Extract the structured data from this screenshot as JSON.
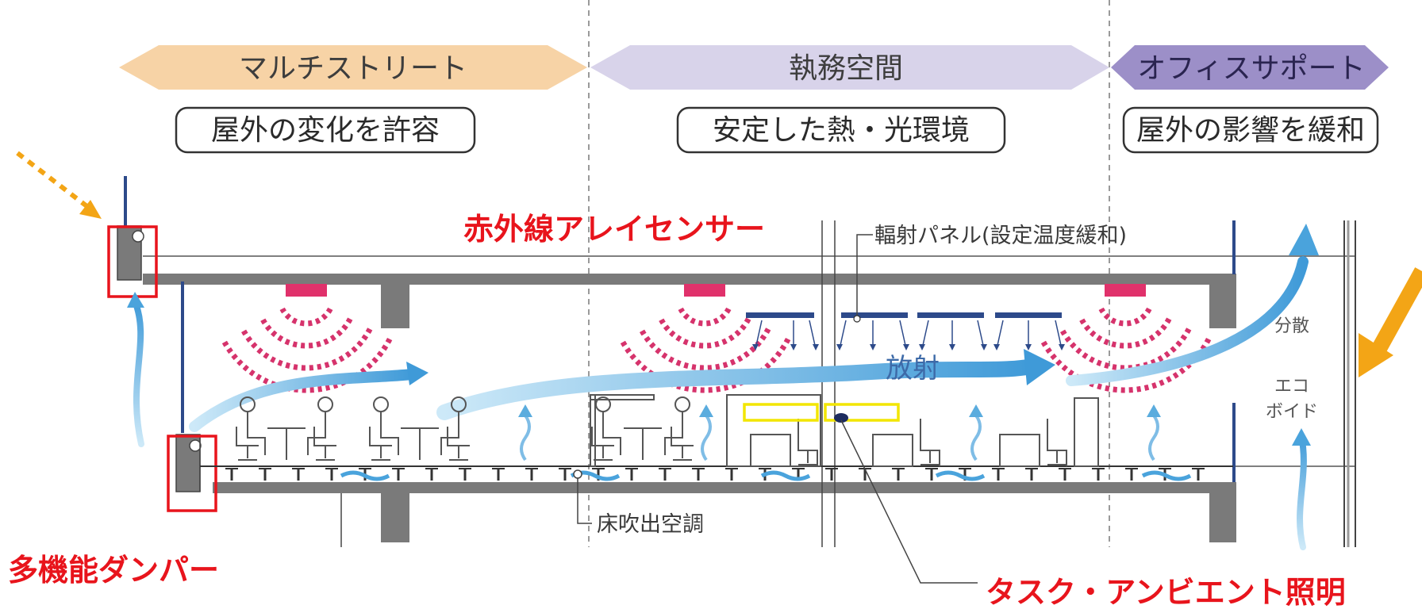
{
  "zones": [
    {
      "label": "マルチストリート",
      "color": "#f7d3a6"
    },
    {
      "label": "執務空間",
      "color": "#d8d3ea"
    },
    {
      "label": "オフィスサポート",
      "color": "#9c8fc8"
    }
  ],
  "policies": [
    {
      "label": "屋外の変化を許容"
    },
    {
      "label": "安定した熱・光環境"
    },
    {
      "label": "屋外の影響を緩和"
    }
  ],
  "labels": {
    "infrared_sensor": "赤外線アレイセンサー",
    "radiant_panel": "輻射パネル(設定温度緩和)",
    "radiation": "放射",
    "eco_void": [
      "分散",
      "エコ",
      "ボイド"
    ],
    "floor_ac": "床吹出空調",
    "multi_damper": "多機能ダンパー",
    "task_ambient": "タスク・アンビエント照明"
  },
  "colors": {
    "sensor": "#e0316b",
    "sensor_wave": "#d6336c",
    "airflow": "#4aa3dc",
    "panel": "#2d4a8a",
    "highlight_red": "#e8141c",
    "highlight_yellow": "#f2e600",
    "sun": "#f3a516",
    "structure": "#7a7a7a"
  }
}
